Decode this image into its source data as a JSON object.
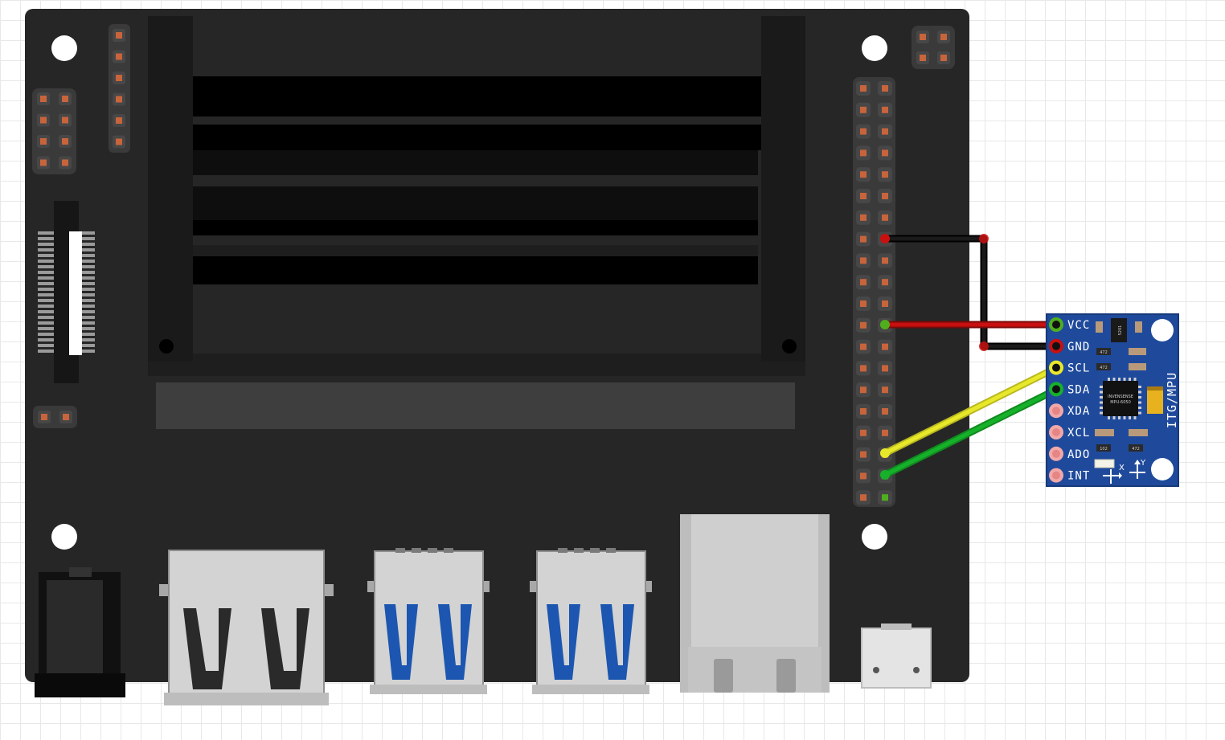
{
  "module": {
    "title": "ITG/MPU",
    "chip_label_1": "INVENSENSE",
    "chip_label_2": "MPU-6050",
    "pins": [
      "VCC",
      "GND",
      "SCL",
      "SDA",
      "XDA",
      "XCL",
      "ADO",
      "INT"
    ],
    "resistor_codes": [
      "472",
      "472",
      "102",
      "472"
    ],
    "regulator_label": "5201",
    "axis_x": "X",
    "axis_y": "Y"
  },
  "wire_colors": {
    "vcc": "#c81010",
    "gnd": "#1a1a1a",
    "scl": "#e8e82a",
    "sda": "#16b02a"
  },
  "colors": {
    "board": "#262626",
    "module": "#1f4a9c",
    "usb3_blue": "#1c56b0",
    "pad": "#c8643c"
  }
}
